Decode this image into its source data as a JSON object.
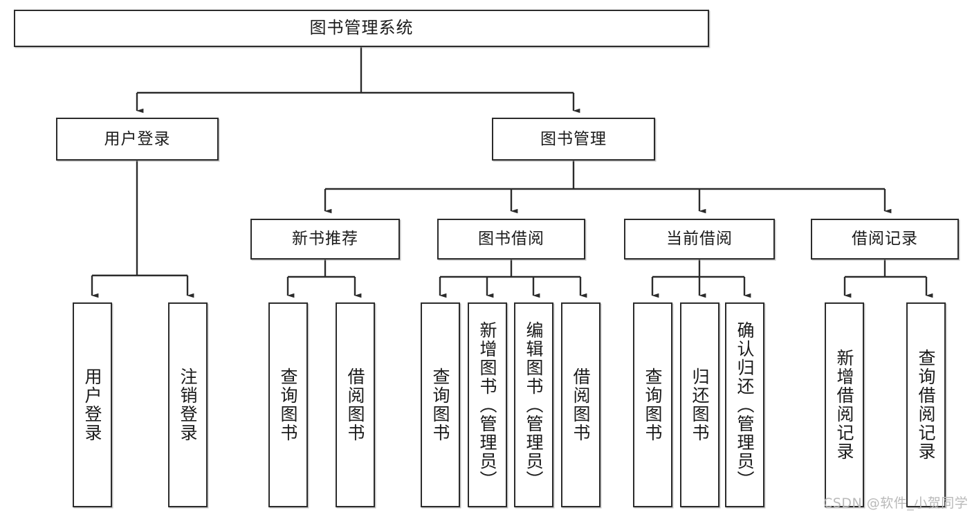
{
  "diagram": {
    "title": "图书管理系统",
    "type": "tree-hierarchy-diagram",
    "root": {
      "label": "图书管理系统"
    },
    "level2": [
      {
        "label": "用户登录"
      },
      {
        "label": "图书管理"
      }
    ],
    "level3": [
      {
        "label": "新书推荐"
      },
      {
        "label": "图书借阅"
      },
      {
        "label": "当前借阅"
      },
      {
        "label": "借阅记录"
      }
    ],
    "leaves": {
      "user_login": [
        {
          "label": "用户登录"
        },
        {
          "label": "注销登录"
        }
      ],
      "new_book_recommend": [
        {
          "label": "查询图书"
        },
        {
          "label": "借阅图书"
        }
      ],
      "book_borrow": [
        {
          "label": "查询图书"
        },
        {
          "label": "新增图书（管理员）"
        },
        {
          "label": "编辑图书（管理员）"
        },
        {
          "label": "借阅图书"
        }
      ],
      "current_borrow": [
        {
          "label": "查询图书"
        },
        {
          "label": "归还图书"
        },
        {
          "label": "确认归还（管理员）"
        }
      ],
      "borrow_record": [
        {
          "label": "新增借阅记录"
        },
        {
          "label": "查询借阅记录"
        }
      ]
    },
    "watermark": "CSDN @软件_小贺同学",
    "colors": {
      "stroke": "#2b2b2b",
      "text": "#1a1a1a",
      "background": "#ffffff",
      "watermark": "#b9b9b9"
    }
  }
}
